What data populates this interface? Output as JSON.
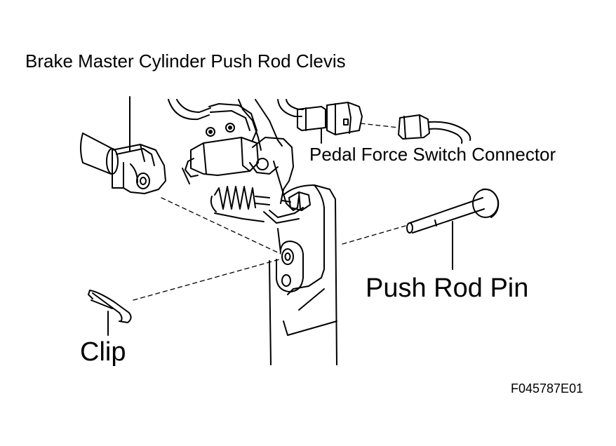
{
  "diagram": {
    "labels": {
      "clevis": "Brake Master Cylinder Push Rod Clevis",
      "connector": "Pedal Force Switch Connector",
      "pin": "Push Rod Pin",
      "clip": "Clip"
    },
    "figure_code": "F045787E01"
  },
  "colors": {
    "ink": "#000000",
    "paper": "#ffffff"
  }
}
